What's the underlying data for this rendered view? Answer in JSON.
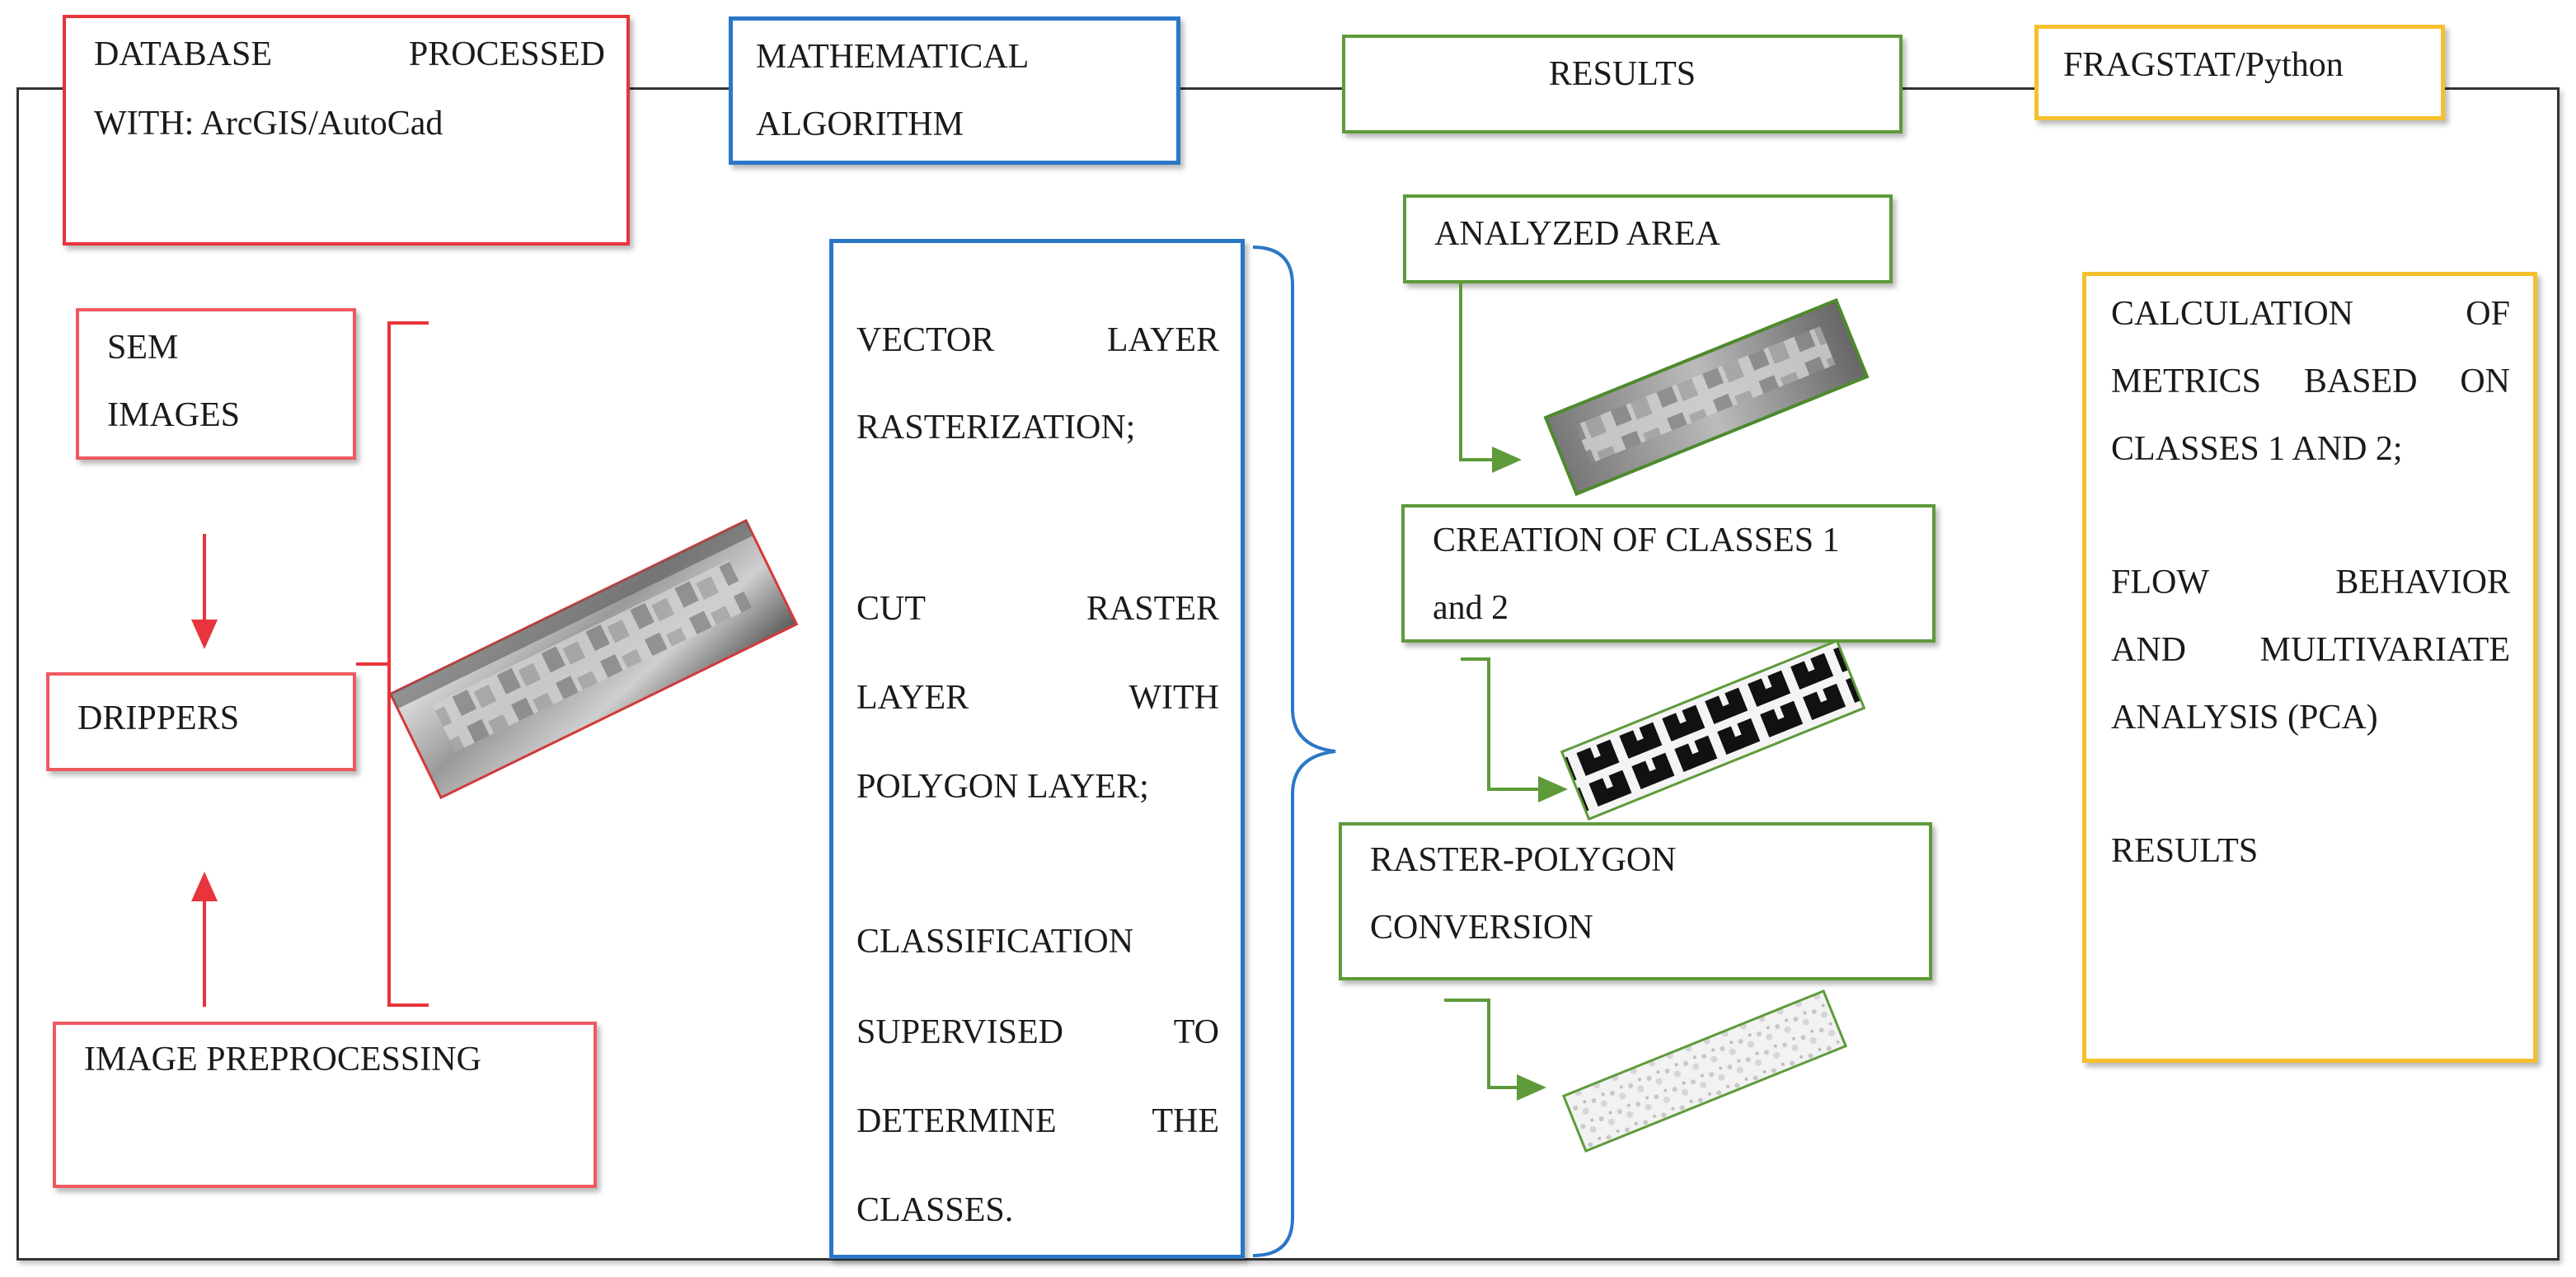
{
  "headers": {
    "database": {
      "line1": "DATABASE PROCESSED",
      "line2": "WITH: ArcGIS/AutoCad"
    },
    "algorithm": {
      "line1": "MATHEMATICAL",
      "line2": "ALGORITHM"
    },
    "results": "RESULTS",
    "fragstat": "FRAGSTAT/Python"
  },
  "left_column": {
    "sem_images": {
      "line1": "SEM",
      "line2": "IMAGES"
    },
    "drippers": "DRIPPERS",
    "image_preprocessing": "IMAGE PREPROCESSING"
  },
  "algorithm_steps": [
    [
      "VECTOR LAYER",
      "RASTERIZATION;"
    ],
    [
      "CUT RASTER",
      "LAYER WITH",
      "POLYGON LAYER;"
    ],
    [
      "CLASSIFICATION",
      "SUPERVISED TO",
      "DETERMINE THE",
      "CLASSES."
    ]
  ],
  "results_steps": {
    "analyzed_area": "ANALYZED AREA",
    "creation_classes": {
      "line1": "CREATION OF CLASSES 1",
      "line2": "and 2"
    },
    "raster_polygon": {
      "line1": "RASTER-POLYGON",
      "line2": "CONVERSION"
    }
  },
  "fragstat_panel": {
    "metrics": [
      "CALCULATION OF",
      "METRICS BASED ON",
      "CLASSES 1 AND 2;"
    ],
    "flow": [
      "FLOW BEHAVIOR",
      "AND MULTIVARIATE",
      "ANALYSIS (PCA)"
    ],
    "results": "RESULTS"
  },
  "colors": {
    "red": "#e8343c",
    "blue": "#2a77c7",
    "green": "#5e9a3a",
    "yellow": "#f5c02c",
    "frame": "#333333"
  }
}
